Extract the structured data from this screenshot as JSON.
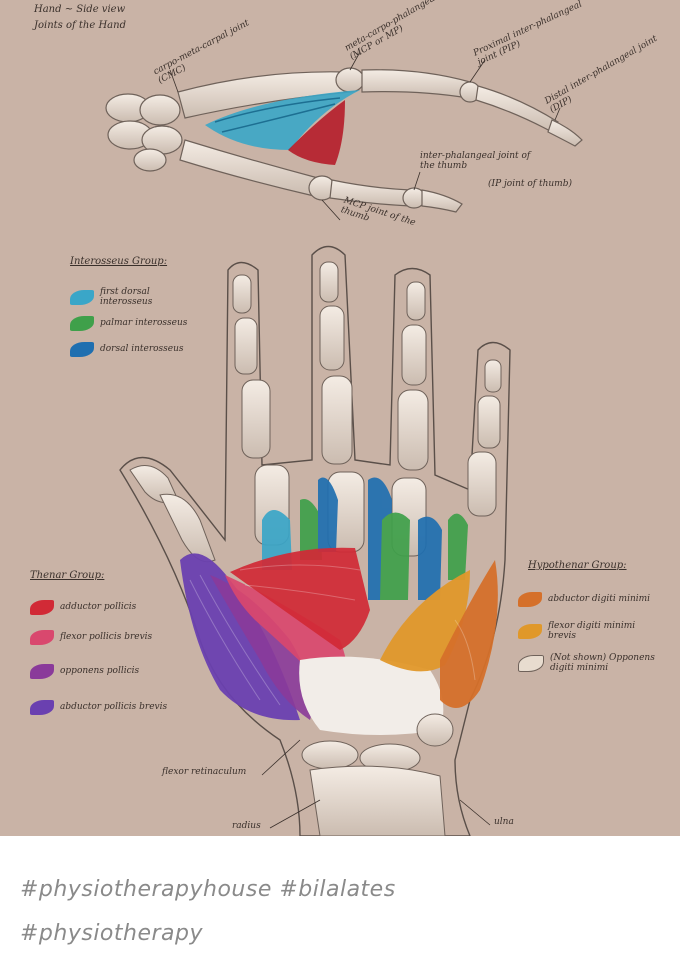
{
  "header": {
    "title_line1": "Hand ~ Side view",
    "title_line2": "Joints of the Hand"
  },
  "side_view_labels": {
    "cmc": "carpo-meta-carpal joint (CMC)",
    "mcp": "meta-carpo-phalangeal joint (MCP or MP)",
    "pip": "Proximal inter-phalangeal joint (PIP)",
    "dip": "Distal inter-phalangeal joint (DIP)",
    "ip_thumb_1": "inter-phalangeal joint of the thumb",
    "ip_thumb_2": "(IP joint of thumb)",
    "mcp_thumb": "MCP joint of the thumb"
  },
  "interosseus": {
    "title": "Interosseus Group:",
    "items": [
      {
        "label": "first dorsal interosseus",
        "color": "#3aa6c8"
      },
      {
        "label": "palmar interosseus",
        "color": "#3fa04a"
      },
      {
        "label": "dorsal interosseus",
        "color": "#1f6fb0"
      }
    ]
  },
  "thenar": {
    "title": "Thenar Group:",
    "items": [
      {
        "label": "adductor pollicis",
        "color": "#d12a36"
      },
      {
        "label": "flexor pollicis brevis",
        "color": "#d9486e"
      },
      {
        "label": "opponens pollicis",
        "color": "#8a3a9a"
      },
      {
        "label": "abductor pollicis brevis",
        "color": "#6a40b0"
      }
    ]
  },
  "hypothenar": {
    "title": "Hypothenar Group:",
    "items": [
      {
        "label": "abductor digiti minimi",
        "color": "#d5702a"
      },
      {
        "label": "flexor digiti minimi brevis",
        "color": "#e0982a"
      },
      {
        "label": "(Not shown) Opponens digiti minimi",
        "color": "#e8dccf"
      }
    ]
  },
  "bottom_labels": {
    "flexor_retinaculum": "flexor retinaculum",
    "radius": "radius",
    "ulna": "ulna"
  },
  "caption": {
    "line1": "#physiotherapyhouse  #bilalates",
    "line2": "#physiotherapy"
  }
}
